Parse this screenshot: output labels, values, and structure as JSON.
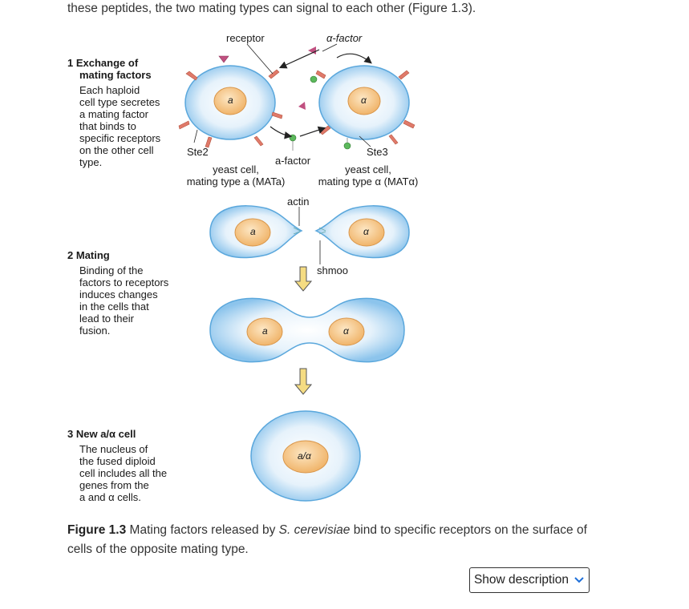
{
  "intro_text": "these peptides, the two mating types can signal to each other (Figure 1.3).",
  "steps": [
    {
      "number": "1",
      "title_line1": "Exchange of",
      "title_line2": "mating factors",
      "desc_lines": [
        "Each haploid",
        "cell type secretes",
        "a mating factor",
        "that binds to",
        "specific receptors",
        "on the other cell",
        "type."
      ]
    },
    {
      "number": "2",
      "title_line1": "Mating",
      "title_line2": "",
      "desc_lines": [
        "Binding of the",
        "factors to receptors",
        "induces changes",
        "in the cells that",
        "lead to their",
        "fusion."
      ]
    },
    {
      "number": "3",
      "title_line1": "New a/α cell",
      "title_line2": "",
      "desc_lines": [
        "The nucleus of",
        "the fused diploid",
        "cell includes all the",
        "genes from the",
        "a and α cells."
      ]
    }
  ],
  "labels": {
    "receptor": "receptor",
    "alpha_factor": "α-factor",
    "a_factor": "a-factor",
    "ste2": "Ste2",
    "ste3": "Ste3",
    "yeast_a_line1": "yeast cell,",
    "yeast_a_line2": "mating type a (MATa)",
    "yeast_alpha_line1": "yeast cell,",
    "yeast_alpha_line2": "mating type α (MATα)",
    "actin": "actin",
    "shmoo": "shmoo",
    "nucleus_a": "a",
    "nucleus_alpha": "α",
    "nucleus_diploid": "a/α"
  },
  "caption": {
    "figure_label": "Figure 1.3",
    "text_before": "Mating factors released by",
    "species": "S. cerevisiae",
    "text_after": "bind to specific receptors on the surface of cells of the opposite mating type."
  },
  "button": {
    "label": "Show description"
  },
  "colors": {
    "cell_fill": "#cfe6f7",
    "cell_edge": "#5aa7dc",
    "nucleus_fill": "#f6c98a",
    "receptor": "#e07a6a",
    "alpha_factor": "#c05080",
    "a_factor": "#5cb85c",
    "arrow_fill": "#f5dc82"
  }
}
